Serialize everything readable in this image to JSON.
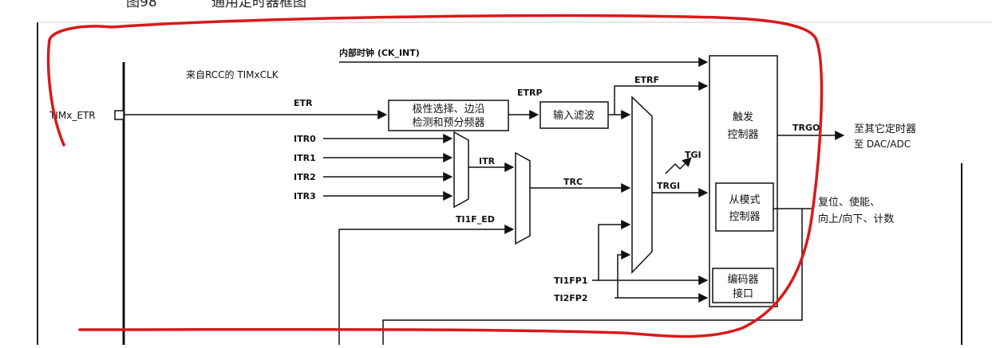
{
  "caption": {
    "fig_no": "图98",
    "title": "通用定时器框图"
  },
  "inputs": {
    "ck_int": "内部时钟 (CK_INT)",
    "rcc_clk": "来自RCC的 TIMxCLK",
    "etr_pin": "TIMx_ETR",
    "etr": "ETR",
    "etrp": "ETRP",
    "etrf": "ETRF",
    "itr": [
      "ITR0",
      "ITR1",
      "ITR2",
      "ITR3"
    ],
    "itr_out": "ITR",
    "trc": "TRC",
    "trgi": "TRGI",
    "tgi": "TGI",
    "ti1f_ed": "TI1F_ED",
    "ti1fp1": "TI1FP1",
    "ti2fp2": "TI2FP2",
    "trgo": "TRGO"
  },
  "blocks": {
    "polarity_line1": "极性选择、边沿",
    "polarity_line2": "检测和预分频器",
    "input_filter": "输入滤波",
    "trigger_ctrl_line1": "触发",
    "trigger_ctrl_line2": "控制器",
    "slave_ctrl_line1": "从模式",
    "slave_ctrl_line2": "控制器",
    "encoder_line1": "编码器",
    "encoder_line2": "接口"
  },
  "outputs": {
    "to_timers": "至其它定时器",
    "to_dac": "至 DAC/ADC",
    "reset_line1": "复位、使能、",
    "reset_line2": "向上/向下、计数"
  },
  "colors": {
    "line": "#111111",
    "annotation": "#d81a1a",
    "background": "#ffffff"
  }
}
